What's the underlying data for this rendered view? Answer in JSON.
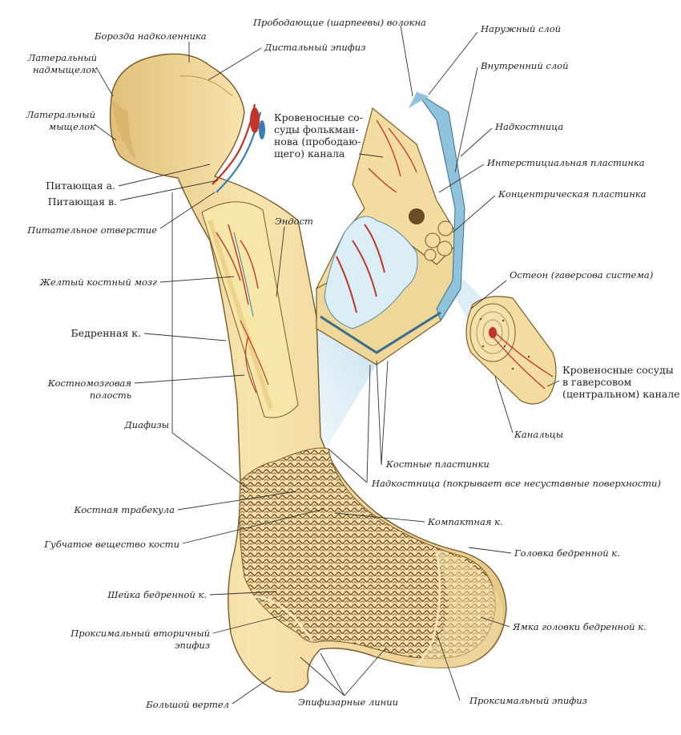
{
  "labels": {
    "borozda": "Борозда надколенника",
    "lat_nadmysh_1": "Латеральный",
    "lat_nadmysh_2": "надмыщелок",
    "lat_mysh_1": "Латеральный",
    "lat_mysh_2": "мыщелок",
    "pitayushaya_a": "Питающая а.",
    "pitayushaya_v": "Питающая в.",
    "pit_otverstie": "Питательное отверстие",
    "zhelty_mozg": "Желтый костный мозг",
    "bedrennaya": "Бедренная к.",
    "kostnomozg_1": "Костномозговая",
    "kostnomozg_2": "полость",
    "diafizy": "Диафизы",
    "kostnaya_trabekula": "Костная трабекула",
    "gubchatoe": "Губчатое вещество кости",
    "sheika": "Шейка бедренной к.",
    "prox_vtor_1": "Проксимальный вторичный",
    "prox_vtor_2": "эпифиз",
    "bolshoi_vertel": "Большой вертел",
    "epifiz_linii": "Эпифизарные линии",
    "prox_epifiz": "Проксимальный эпифиз",
    "yamka": "Ямка головки бедренной к.",
    "golovka": "Головка бедренной к.",
    "kompaktnaya": "Компактная к.",
    "nadkostnica_vse": "Надкостница (покрывает все несуставные поверхности)",
    "kostnye_plastinki": "Костные пластинки",
    "kanalcy": "Канальцы",
    "krov_gavers_1": "Кровеносные сосуды",
    "krov_gavers_2": "в гаверсовом",
    "krov_gavers_3": "(центральном) канале",
    "osteon": "Остеон (гаверсова система)",
    "koncentr": "Концентрическая пластинка",
    "intersticial": "Интерстициальная пластинка",
    "nadkostnica": "Надкостница",
    "vnutrenni": "Внутренний слой",
    "naruzhny": "Наружный слой",
    "probodayushie": "Прободающие (шарпеевы) волокна",
    "distal_epifiz": "Дистальный эпифиз",
    "krov_folk_1": "Кровеносные со-",
    "krov_folk_2": "суды фолькман-",
    "krov_folk_3": "нова (прободаю-",
    "krov_folk_4": "щего) канала",
    "endost": "Эндост"
  },
  "colors": {
    "bone": "#f2dca0",
    "bone_dark": "#d9b970",
    "outline": "#7a5a2a",
    "marrow": "#f6e6a8",
    "artery": "#c0352a",
    "vein": "#3a7fb5",
    "periosteum": "#8fc3dc",
    "spongy": "#7a5430"
  }
}
